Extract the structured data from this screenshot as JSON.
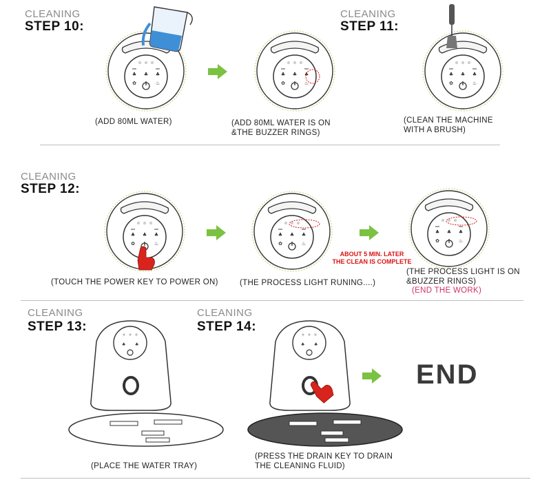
{
  "colors": {
    "arrow": "#7bc142",
    "note_red": "#dd1111",
    "end_pink": "#d0326a",
    "finger_red": "#d8241c"
  },
  "icons": [
    "arrow-right-icon",
    "finger-pointer-icon",
    "beaker-icon",
    "brush-icon"
  ],
  "steps": [
    {
      "tag": "CLEANING",
      "title": "STEP 10:",
      "captions": [
        "(ADD 80ML WATER)",
        "(ADD 80ML WATER  IS ON",
        "&THE BUZZER  RINGS)"
      ]
    },
    {
      "tag": "CLEANING",
      "title": "STEP 11:",
      "captions": [
        "(CLEAN  THE  MACHINE",
        "WITH  A  BRUSH)"
      ]
    },
    {
      "tag": "CLEANING",
      "title": "STEP 12:",
      "captions": [
        "(TOUCH THE POWER KEY TO POWER ON)",
        "(THE PROCESS  LIGHT RUNING....)",
        "(THE PROCESS  LIGHT IS ON",
        "&BUZZER RINGS)",
        "(END THE WORK)"
      ],
      "note": [
        "ABOUT 5 MIN.  LATER",
        "THE CLEAN IS COMPLETE"
      ]
    },
    {
      "tag": "CLEANING",
      "title": "STEP 13:",
      "captions": [
        "(PLACE THE WATER TRAY)"
      ]
    },
    {
      "tag": "CLEANING",
      "title": "STEP 14:",
      "captions": [
        "(PRESS THE DRAIN KEY TO DRAIN",
        "THE CLEANING FLUID)"
      ]
    }
  ],
  "end_label": "END"
}
